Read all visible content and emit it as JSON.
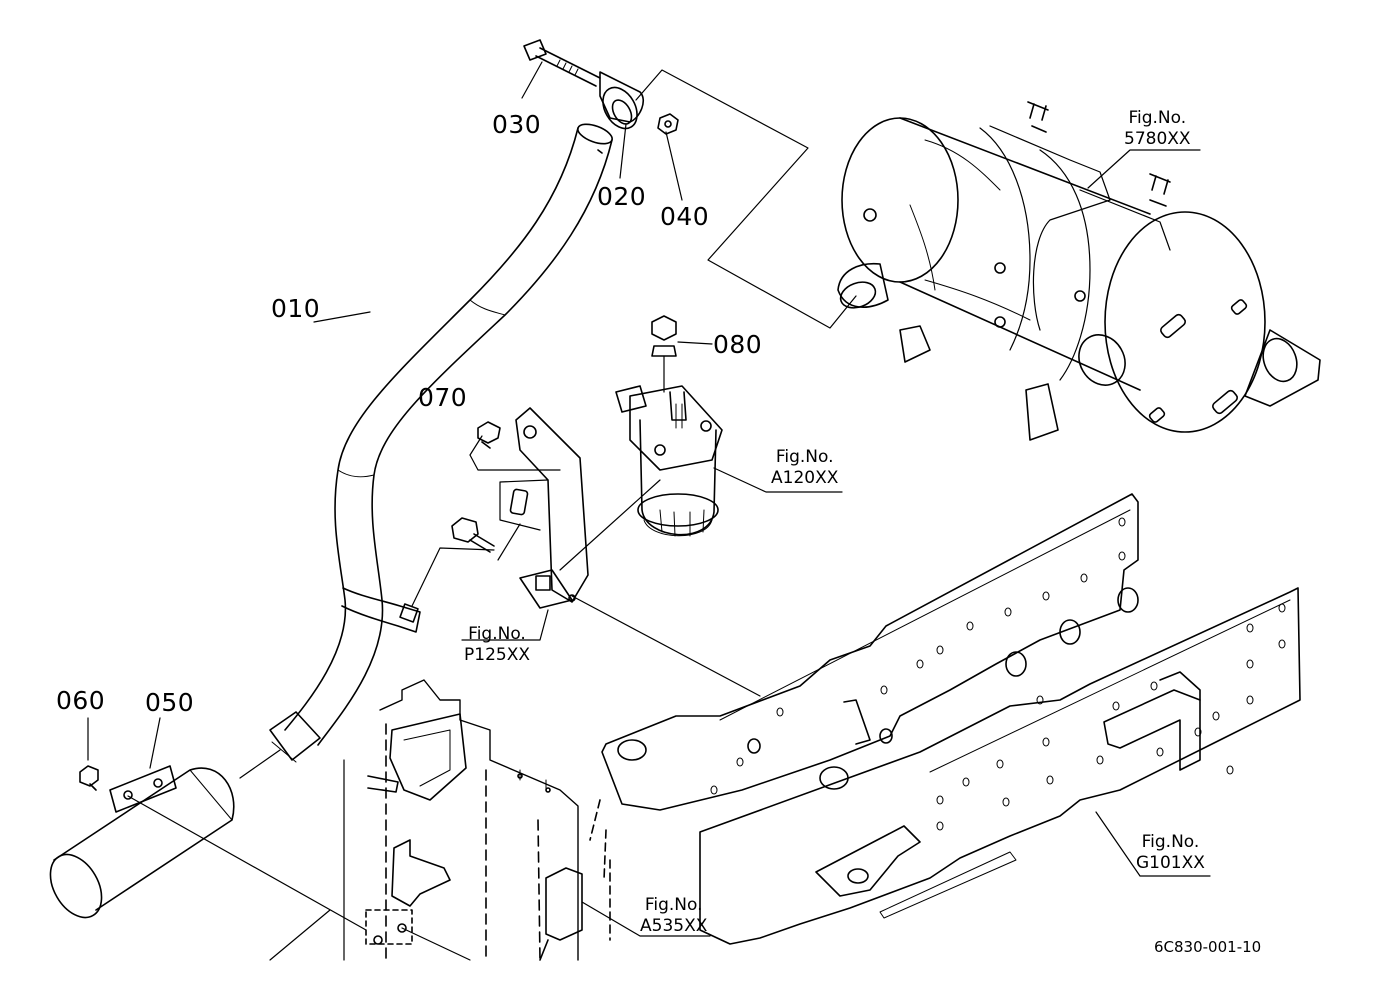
{
  "part_numbers": {
    "p010": "010",
    "p020": "020",
    "p030": "030",
    "p040": "040",
    "p050": "050",
    "p060": "060",
    "p070": "070",
    "p080": "080"
  },
  "figure_refs": {
    "fig_5780": {
      "line1": "Fig.No.",
      "line2": "5780XX"
    },
    "fig_A120": {
      "line1": "Fig.No.",
      "line2": "A120XX"
    },
    "fig_P125": {
      "line1": "Fig.No.",
      "line2": "P125XX"
    },
    "fig_G101": {
      "line1": "Fig.No.",
      "line2": "G101XX"
    },
    "fig_A535": {
      "line1": "Fig.No.",
      "line2": "A535XX"
    }
  },
  "drawing_code": "6C830-001-10"
}
